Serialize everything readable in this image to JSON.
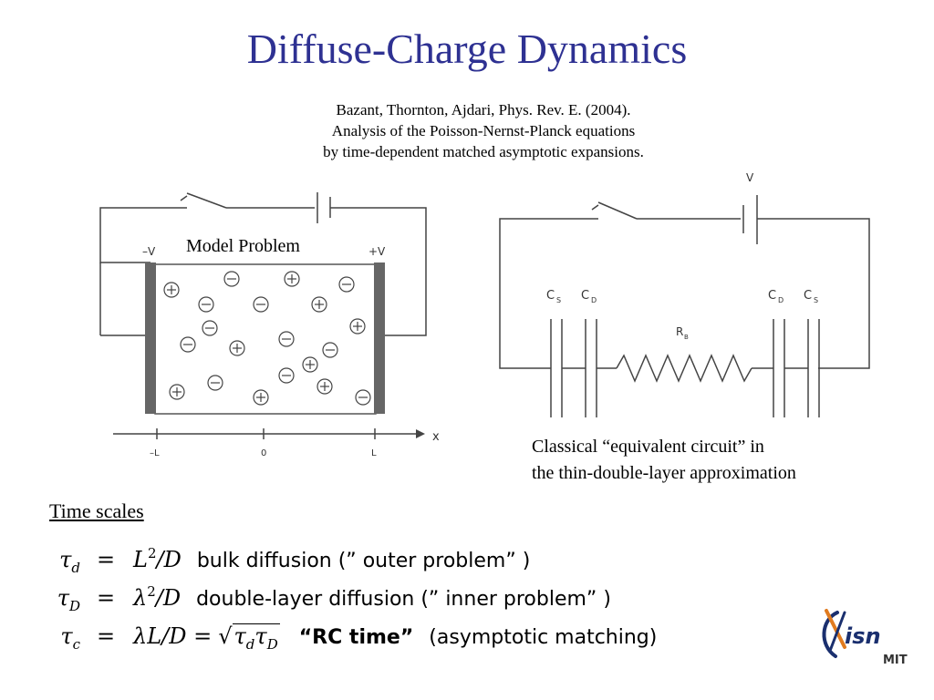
{
  "slide": {
    "title": "Diffuse-Charge Dynamics",
    "reference": [
      "Bazant, Thornton, Ajdari, Phys. Rev. E. (2004).",
      "Analysis of the Poisson-Nernst-Planck equations",
      "by time-dependent matched asymptotic expansions."
    ]
  },
  "model_problem": {
    "label": "Model Problem",
    "left_electrode": "–V",
    "right_electrode": "+V",
    "axis_label": "x",
    "ticks": [
      "–L",
      "0",
      "L"
    ],
    "ions": [
      "+",
      "–",
      "+",
      "–",
      "–",
      "–",
      "+",
      "+",
      "–",
      "+",
      "–",
      "–",
      "+",
      "–",
      "+",
      "–",
      "+",
      "–",
      "–",
      "+"
    ]
  },
  "equivalent_circuit": {
    "voltage": "V",
    "capacitors": [
      {
        "label": "C",
        "sub": "S"
      },
      {
        "label": "C",
        "sub": "D"
      },
      {
        "label": "C",
        "sub": "D"
      },
      {
        "label": "C",
        "sub": "S"
      }
    ],
    "resistor": {
      "label": "R",
      "sub": "B"
    },
    "caption": [
      "Classical “equivalent circuit” in",
      "the thin-double-layer approximation"
    ]
  },
  "time_scales": {
    "heading": "Time scales",
    "rows": [
      {
        "lhs_symbol": "τ",
        "lhs_sub": "d",
        "rel": "=",
        "expr_base": "L",
        "expr_sup": "2",
        "expr_tail": "/D",
        "text": "bulk diffusion (” outer problem” )"
      },
      {
        "lhs_symbol": "τ",
        "lhs_sub": "D",
        "rel": "=",
        "expr_base": "λ",
        "expr_sup": "2",
        "expr_tail": "/D",
        "text": "double-layer diffusion (” inner problem” )"
      },
      {
        "lhs_symbol": "τ",
        "lhs_sub": "c",
        "rel": "=",
        "expr_base": "λL/D =",
        "sqrt_tau": "τ",
        "sqrt_sub1": "d",
        "sqrt_sub2": "D",
        "label": "“RC time”",
        "text": "(asymptotic matching)"
      }
    ]
  },
  "logo": {
    "text": "isn",
    "subtext": "MIT"
  },
  "colors": {
    "title": "#2e3192",
    "electrode": "#666666",
    "logo_blue": "#1a2f6e",
    "logo_orange": "#e07b1f"
  }
}
